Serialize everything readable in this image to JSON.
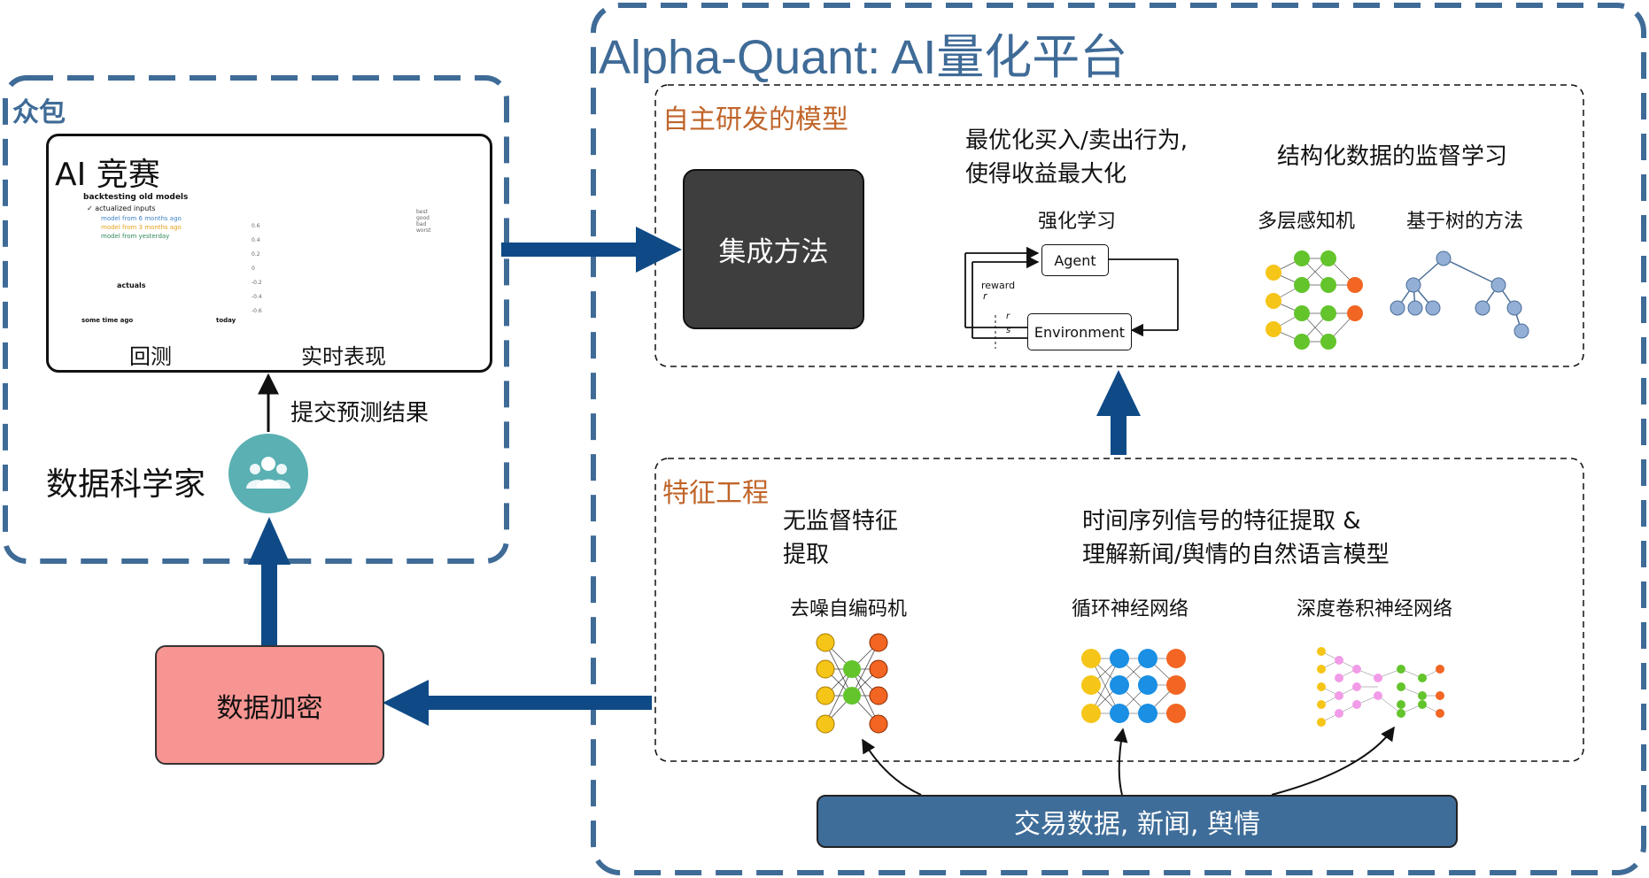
{
  "platform": {
    "title": "Alpha-Quant: AI量化平台"
  },
  "crowd": {
    "title": "众包",
    "scientist_label": "数据科学家",
    "submit_label": "提交预测结果"
  },
  "competition": {
    "title": "AI 竞赛",
    "backtest_caption": "回测",
    "realtime_caption": "实时表现",
    "backtest_chart": {
      "heading": "backtesting old models",
      "legend": [
        "✓ actualized inputs",
        "model from 6 months ago",
        "model from 3 months ago",
        "model from yesterday"
      ],
      "actuals_label": "actuals",
      "x_start": "some time ago",
      "x_end": "today"
    },
    "realtime_chart": {
      "legend": [
        "best",
        "good",
        "bad",
        "worst"
      ],
      "yticks": [
        "0.6",
        "0.4",
        "0.2",
        "0",
        "-0.2",
        "-0.4",
        "-0.6"
      ]
    }
  },
  "models": {
    "title": "自主研发的模型",
    "ensemble_label": "集成方法",
    "rl_description": [
      "最优化买入/卖出行为,",
      "使得收益最大化"
    ],
    "rl_label": "强化学习",
    "rl_diagram": {
      "agent": "Agent",
      "environment": "Environment",
      "reward": "reward",
      "reward_sym": "r",
      "state_sym": "s"
    },
    "supervised_description": "结构化数据的监督学习",
    "mlp_label": "多层感知机",
    "tree_label": "基于树的方法"
  },
  "features": {
    "title": "特征工程",
    "unsupervised_description": [
      "无监督特征",
      "提取"
    ],
    "timeseries_description": [
      "时间序列信号的特征提取 &",
      "理解新闻/舆情的自然语言模型"
    ],
    "autoencoder_label": "去噪自编码机",
    "rnn_label": "循环神经网络",
    "cnn_label": "深度卷积神经网络"
  },
  "encryption_label": "数据加密",
  "data_sources_label": "交易数据, 新闻, 舆情",
  "colors": {
    "dash_border": "#3f6b97",
    "arrow": "#0f4a87",
    "orange_title": "#c0652a",
    "ensemble_bg": "#3e3e3e",
    "encrypt_bg": "#f79592",
    "data_bg": "#3f6d99",
    "avatar": "#5ab0b2"
  }
}
